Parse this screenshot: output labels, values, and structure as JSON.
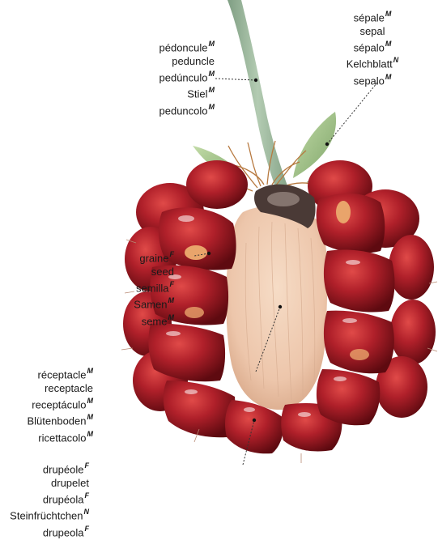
{
  "labels": {
    "peduncle": [
      {
        "word": "pédoncule",
        "g": "M"
      },
      {
        "word": "peduncle",
        "g": ""
      },
      {
        "word": "pedúnculo",
        "g": "M"
      },
      {
        "word": "Stiel",
        "g": "M"
      },
      {
        "word": "peduncolo",
        "g": "M"
      }
    ],
    "sepal": [
      {
        "word": "sépale",
        "g": "M"
      },
      {
        "word": "sepal",
        "g": ""
      },
      {
        "word": "sépalo",
        "g": "M"
      },
      {
        "word": "Kelchblatt",
        "g": "N"
      },
      {
        "word": "sepalo",
        "g": "M"
      }
    ],
    "seed": [
      {
        "word": "graine",
        "g": "F"
      },
      {
        "word": "seed",
        "g": ""
      },
      {
        "word": "semilla",
        "g": "F"
      },
      {
        "word": "Samen",
        "g": "M"
      },
      {
        "word": "seme",
        "g": "M"
      }
    ],
    "receptacle": [
      {
        "word": "réceptacle",
        "g": "M"
      },
      {
        "word": "receptacle",
        "g": ""
      },
      {
        "word": "receptáculo",
        "g": "M"
      },
      {
        "word": "Blütenboden",
        "g": "M"
      },
      {
        "word": "ricettacolo",
        "g": "M"
      }
    ],
    "drupelet": [
      {
        "word": "drupéole",
        "g": "F"
      },
      {
        "word": "drupelet",
        "g": ""
      },
      {
        "word": "drupéola",
        "g": "F"
      },
      {
        "word": "Steinfrüchtchen",
        "g": "N"
      },
      {
        "word": "drupeola",
        "g": "F"
      }
    ]
  },
  "colors": {
    "drupelet_dark": "#6e0a10",
    "drupelet_mid": "#a51a22",
    "drupelet_light": "#d63a3a",
    "receptacle": "#f0cdb4",
    "stem": "#9cb79c",
    "sepal": "#a9c98f",
    "leader_line": "#333333"
  }
}
